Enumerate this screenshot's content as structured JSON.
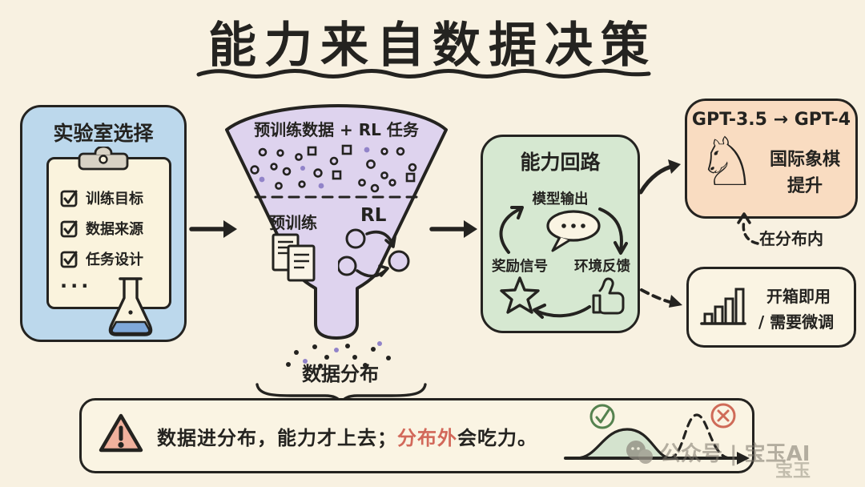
{
  "title": "能力来自数据决策",
  "lab_box": {
    "title": "实验室选择",
    "checklist": [
      "训练目标",
      "数据来源",
      "任务设计"
    ],
    "more": "..."
  },
  "funnel": {
    "title": "预训练数据 + RL 任务",
    "pretrain_label": "预训练",
    "rl_label": "RL",
    "output_label": "数据分布"
  },
  "loop_box": {
    "title": "能力回路",
    "top_label": "模型输出",
    "left_label": "奖励信号",
    "right_label": "环境反馈"
  },
  "chess_box": {
    "header": "GPT-3.5 → GPT-4",
    "caption_line1": "国际象棋",
    "caption_line2": "提升"
  },
  "in_distribution_label": "在分布内",
  "ootb_box": {
    "line1": "开箱即用",
    "line2": "/ 需要微调"
  },
  "banner": {
    "text_before": "数据进分布，能力才上去；",
    "text_highlight": "分布外",
    "text_after": "会吃力。"
  },
  "watermark": {
    "line1": "公众号 | 宝玉AI",
    "line2": "宝玉"
  },
  "icons": {
    "knight": "♘"
  },
  "colors": {
    "background": "#f8f1e1",
    "ink": "#242320",
    "lab_blue": "#bcd8ec",
    "funnel_purple": "#ded3ee",
    "loop_green": "#d6e8d1",
    "chess_orange": "#f9dcc1",
    "panel_cream": "#faf4e3",
    "alert_red": "#d2685a",
    "triangle_salmon": "#f1b19d",
    "check_green": "#55824f",
    "dot_purple": "#9183c9"
  }
}
